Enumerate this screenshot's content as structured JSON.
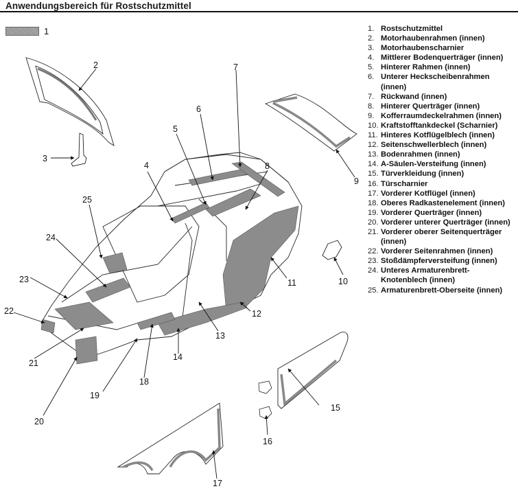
{
  "title": "Anwendungsbereich für Rostschutzmittel",
  "key": {
    "label": "1",
    "meaning": "Rostschutzmittel",
    "swatch_color": "#9a9a9a"
  },
  "callouts": [
    "1",
    "2",
    "3",
    "4",
    "5",
    "6",
    "7",
    "8",
    "9",
    "10",
    "11",
    "12",
    "13",
    "14",
    "15",
    "16",
    "17",
    "18",
    "19",
    "20",
    "21",
    "22",
    "23",
    "24",
    "25"
  ],
  "legend": [
    {
      "num": "1.",
      "text": "Rostschutzmittel"
    },
    {
      "num": "2.",
      "text": "Motorhaubenrahmen (innen)"
    },
    {
      "num": "3.",
      "text": "Motorhaubenscharnier"
    },
    {
      "num": "4.",
      "text": "Mittlerer Bodenquerträger (innen)"
    },
    {
      "num": "5.",
      "text": "Hinterer Rahmen (innen)"
    },
    {
      "num": "6.",
      "text": "Unterer Heckscheibenrahmen (innen)"
    },
    {
      "num": "7.",
      "text": "Rückwand (innen)"
    },
    {
      "num": "8.",
      "text": "Hinterer Querträger (innen)"
    },
    {
      "num": "9.",
      "text": "Kofferraumdeckelrahmen (innen)"
    },
    {
      "num": "10.",
      "text": "Kraftstofftankdeckel (Scharnier)"
    },
    {
      "num": "11.",
      "text": "Hinteres Kotflügelblech (innen)"
    },
    {
      "num": "12.",
      "text": "Seitenschwellerblech (innen)"
    },
    {
      "num": "13.",
      "text": "Bodenrahmen (innen)"
    },
    {
      "num": "14.",
      "text": "A-Säulen-Versteifung (innen)"
    },
    {
      "num": "15.",
      "text": "Türverkleidung (innen)"
    },
    {
      "num": "16.",
      "text": "Türscharnier"
    },
    {
      "num": "17.",
      "text": "Vorderer Kotflügel (innen)"
    },
    {
      "num": "18.",
      "text": "Oberes Radkastenelement (innen)"
    },
    {
      "num": "19.",
      "text": "Vorderer Querträger (innen)"
    },
    {
      "num": "20.",
      "text": "Vorderer unterer Querträger (innen)"
    },
    {
      "num": "21.",
      "text": "Vorderer oberer Seitenquerträger (innen)"
    },
    {
      "num": "22.",
      "text": "Vorderer Seitenrahmen (innen)"
    },
    {
      "num": "23.",
      "text": "Stoßdämpferversteifung (innen)"
    },
    {
      "num": "24.",
      "text": "Unteres Armaturenbrett-Knotenblech (innen)"
    },
    {
      "num": "25.",
      "text": "Armaturenbrett-Oberseite (innen)"
    }
  ]
}
